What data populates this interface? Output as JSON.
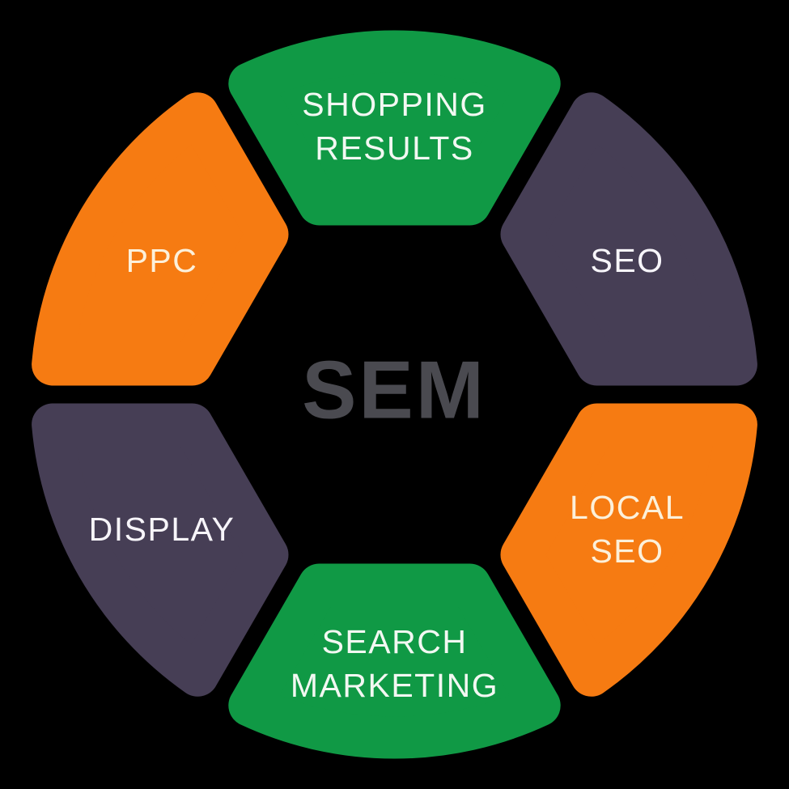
{
  "diagram": {
    "center_label": "SEM",
    "center_label_color": "#4a4a50",
    "background_color": "#000000",
    "segments": [
      {
        "id": "shopping-results",
        "label": "SHOPPING\nRESULTS",
        "position": "top",
        "angle_deg": -90,
        "color": "#109945",
        "text_color": "#f2f8f2"
      },
      {
        "id": "seo",
        "label": "SEO",
        "position": "top-right",
        "angle_deg": -30,
        "color": "#463e55",
        "text_color": "#f7f5fa"
      },
      {
        "id": "local-seo",
        "label": "LOCAL\nSEO",
        "position": "bottom-right",
        "angle_deg": 30,
        "color": "#f67b12",
        "text_color": "#fcf0da"
      },
      {
        "id": "search-marketing",
        "label": "SEARCH\nMARKETING",
        "position": "bottom",
        "angle_deg": 90,
        "color": "#109945",
        "text_color": "#f2f8f2"
      },
      {
        "id": "display",
        "label": "DISPLAY",
        "position": "bottom-left",
        "angle_deg": 150,
        "color": "#463e55",
        "text_color": "#f7f5fa"
      },
      {
        "id": "ppc",
        "label": "PPC",
        "position": "top-left",
        "angle_deg": 210,
        "color": "#f67b12",
        "text_color": "#fcf0da"
      }
    ]
  }
}
